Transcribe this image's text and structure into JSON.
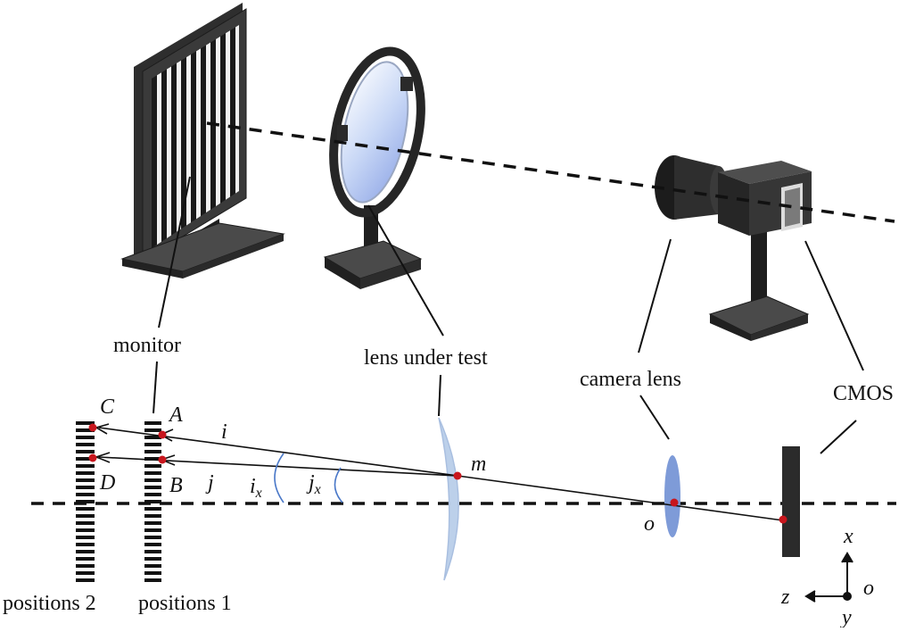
{
  "labels": {
    "monitor": "monitor",
    "lens_under_test": "lens under test",
    "camera_lens": "camera lens",
    "cmos": "CMOS",
    "positions_2": "positions 2",
    "positions_1": "positions 1"
  },
  "points": {
    "C": "C",
    "D": "D",
    "A": "A",
    "B": "B",
    "m": "m",
    "o": "o"
  },
  "rays": {
    "i": "i",
    "j": "j",
    "ix_base": "i",
    "ix_sub": "x",
    "jx_base": "j",
    "jx_sub": "x"
  },
  "axes": {
    "x": "x",
    "z": "z",
    "y": "y",
    "o": "o"
  },
  "colors": {
    "point": "#c8161d",
    "lens_test": "#bcd0ea",
    "camera_lens": "#7e9bd8",
    "arc": "#4a78c8",
    "sensor": "#2b2b2b"
  }
}
